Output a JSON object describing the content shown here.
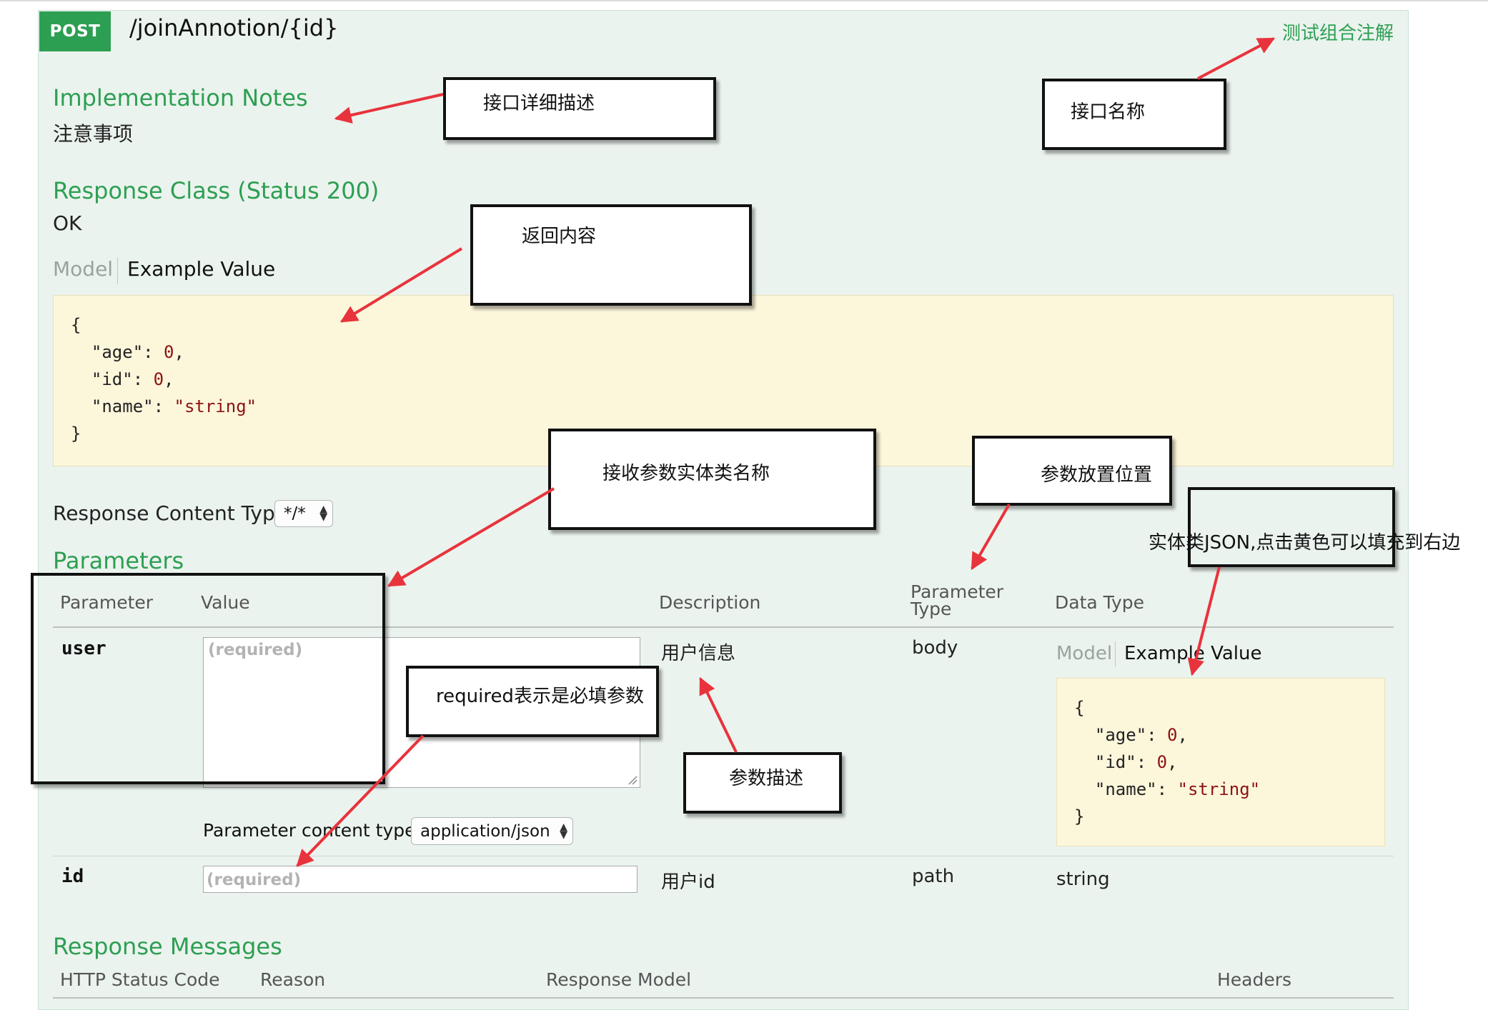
{
  "endpoint": {
    "method": "POST",
    "path": "/joinAnnotion/{id}",
    "summary": "测试组合注解"
  },
  "implementation": {
    "heading": "Implementation Notes",
    "notes": "注意事项"
  },
  "response_class": {
    "heading": "Response Class (Status 200)",
    "status_text": "OK",
    "tab_model": "Model",
    "tab_example": "Example Value",
    "example_json": [
      "{",
      "  \"age\": 0,",
      "  \"id\": 0,",
      "  \"name\": \"string\"",
      "}"
    ]
  },
  "response_content_type": {
    "label": "Response Content Type",
    "selected": "*/*"
  },
  "parameters": {
    "heading": "Parameters",
    "headers": {
      "parameter": "Parameter",
      "value": "Value",
      "description": "Description",
      "param_type_line1": "Parameter",
      "param_type_line2": "Type",
      "data_type": "Data Type"
    },
    "rows": [
      {
        "name": "user",
        "placeholder": "(required)",
        "description": "用户信息",
        "param_type": "body",
        "data_type_tab_model": "Model",
        "data_type_tab_example": "Example Value",
        "content_type_label": "Parameter content type:",
        "content_type_selected": "application/json"
      },
      {
        "name": "id",
        "placeholder": "(required)",
        "description": "用户id",
        "param_type": "path",
        "data_type": "string"
      }
    ]
  },
  "response_messages": {
    "heading": "Response Messages",
    "headers": {
      "status_code": "HTTP Status Code",
      "reason": "Reason",
      "response_model": "Response Model",
      "headers": "Headers"
    }
  },
  "annotations": {
    "desc_box": "接口详细描述",
    "name_box": "接口名称",
    "return_box": "返回内容",
    "entity_box": "接收参数实体类名称",
    "position_box": "参数放置位置",
    "json_note": "实体类JSON,点击黄色可以填充到右边",
    "required_box": "required表示是必填参数",
    "param_desc_box": "参数描述"
  },
  "colors": {
    "method_bg": "#2d9f52",
    "panel_bg": "#ebf3ee",
    "heading_green": "#2d9f52",
    "code_bg": "#fcf6db",
    "arrow_red": "#e8333c"
  }
}
